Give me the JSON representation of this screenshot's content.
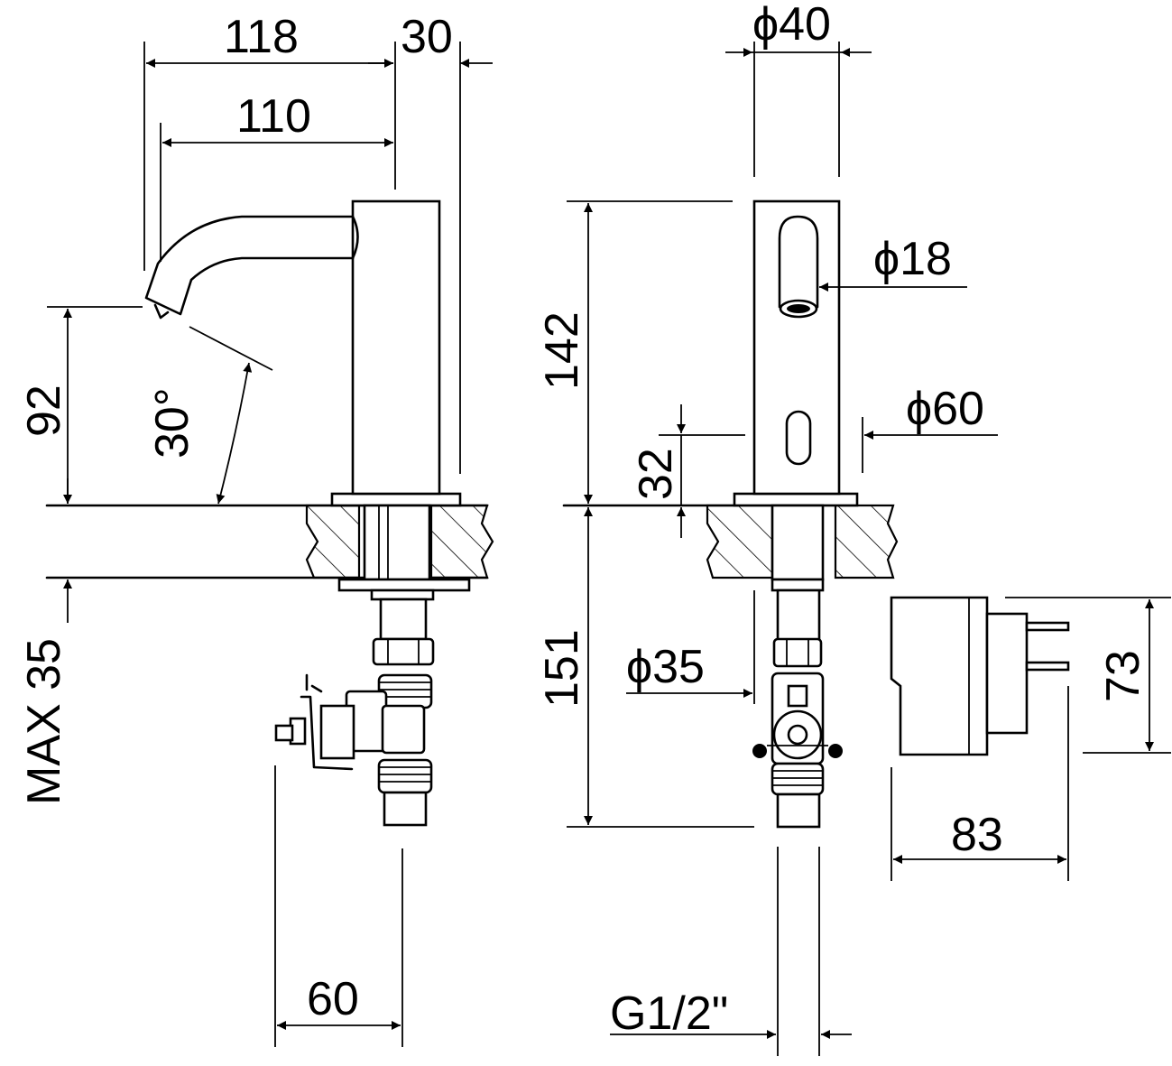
{
  "dimensions": {
    "d118": "118",
    "d30": "30",
    "d110": "110",
    "d92": "92",
    "angle": "30°",
    "max35": "MAX 35",
    "d60": "60",
    "phi40": "ϕ40",
    "phi18": "ϕ18",
    "d142": "142",
    "phi60": "ϕ60",
    "d32": "32",
    "d151": "151",
    "phi35": "ϕ35",
    "g12": "G1/2\"",
    "d73": "73",
    "d83": "83"
  }
}
